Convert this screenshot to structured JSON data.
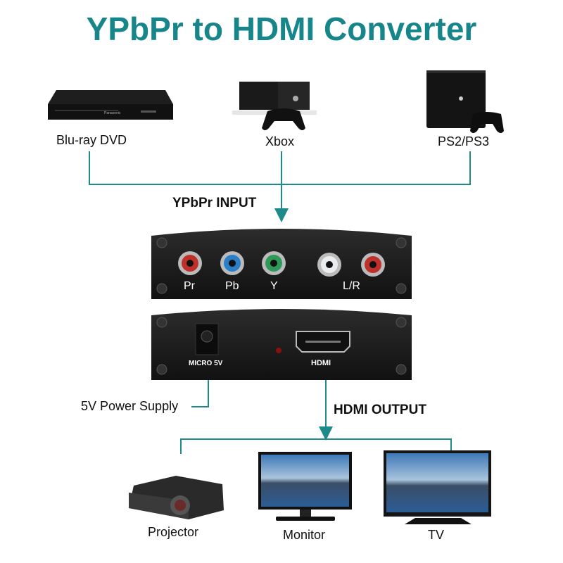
{
  "title": "YPbPr to HDMI Converter",
  "colors": {
    "accent": "#17868a",
    "line": "#1f8a8c",
    "device": "#1b1b1b"
  },
  "sources": [
    {
      "label": "Blu-ray DVD",
      "icon": "bluray-player-icon",
      "brand": "Panasonic"
    },
    {
      "label": "Xbox",
      "icon": "xbox-console-icon"
    },
    {
      "label": "PS2/PS3",
      "icon": "playstation-console-icon"
    }
  ],
  "input_label": "YPbPr INPUT",
  "converter": {
    "input_ports": [
      {
        "label": "Pr",
        "color": "#c0302a"
      },
      {
        "label": "Pb",
        "color": "#2a7fc8"
      },
      {
        "label": "Y",
        "color": "#2e9a5a"
      },
      {
        "label": "L/R",
        "colors": [
          "#e8ecef",
          "#c0302a"
        ]
      }
    ],
    "power_port": "MICRO 5V",
    "hdmi_port": "HDMI"
  },
  "power_label": "5V Power Supply",
  "output_label": "HDMI OUTPUT",
  "outputs": [
    {
      "label": "Projector",
      "icon": "projector-icon"
    },
    {
      "label": "Monitor",
      "icon": "monitor-icon"
    },
    {
      "label": "TV",
      "icon": "tv-icon"
    }
  ]
}
